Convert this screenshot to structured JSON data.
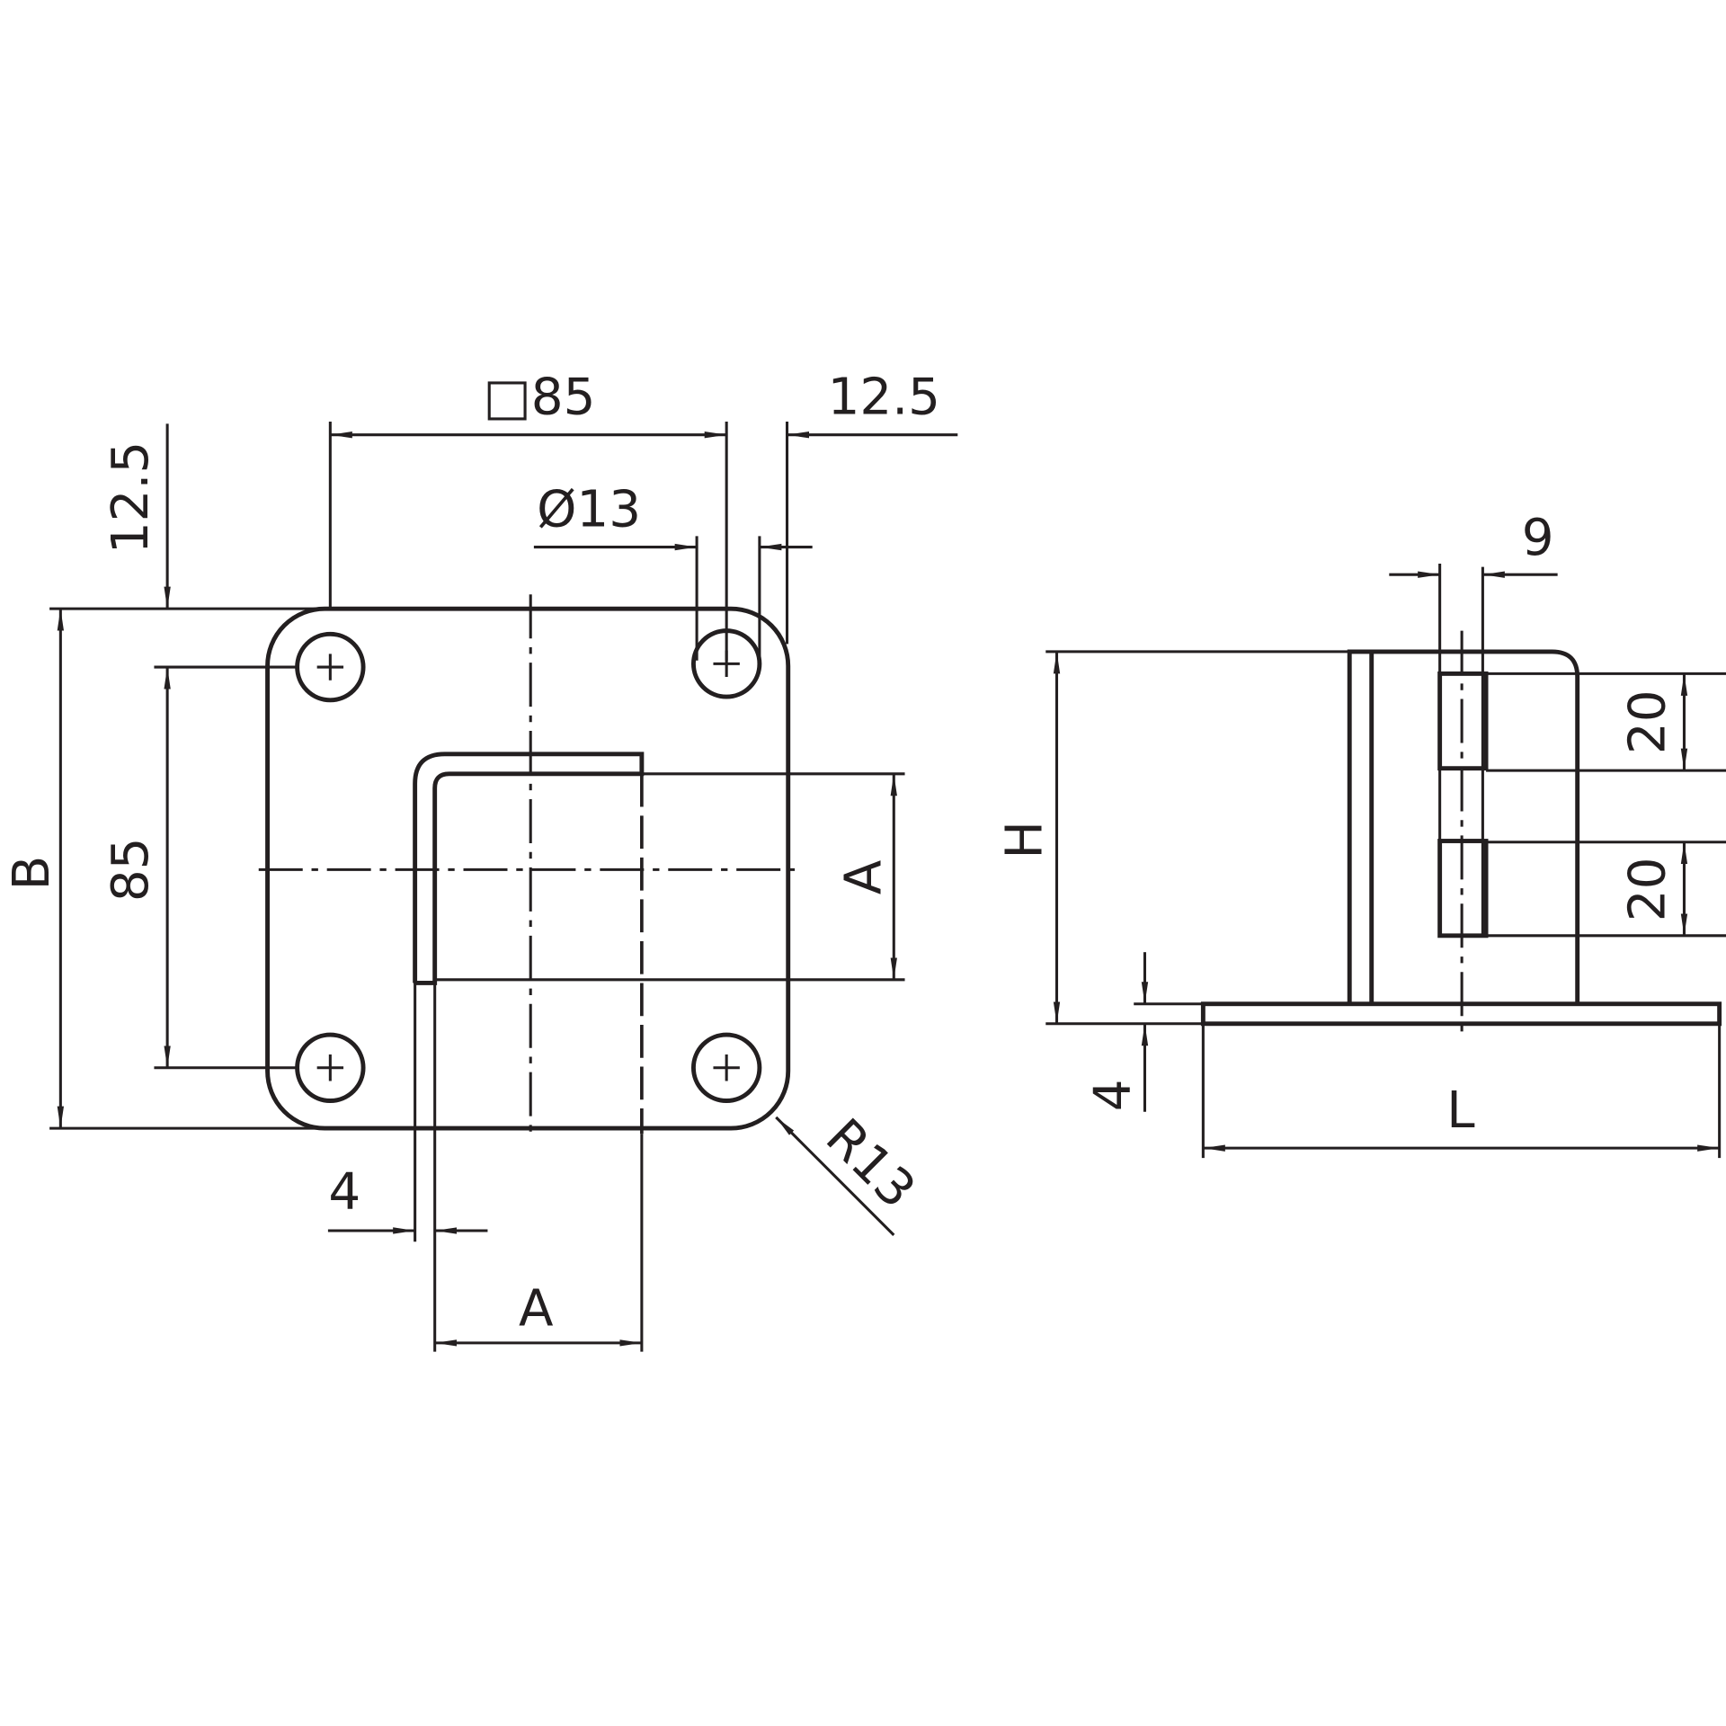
{
  "drawing": {
    "front_view": {
      "square_hole_spacing": "□85",
      "edge_offset_top": "12.5",
      "edge_offset_side": "12.5",
      "hole_diameter": "Ø13",
      "hole_spacing_vertical": "85",
      "plate_height": "B",
      "profile_width_vertical": "A",
      "profile_width_horizontal": "A",
      "wall_thickness": "4",
      "corner_radius": "R13"
    },
    "side_view": {
      "tab_thickness": "9",
      "tab_height_upper": "20",
      "tab_height_lower": "20",
      "height": "H",
      "base_thickness": "4",
      "length": "L"
    }
  }
}
